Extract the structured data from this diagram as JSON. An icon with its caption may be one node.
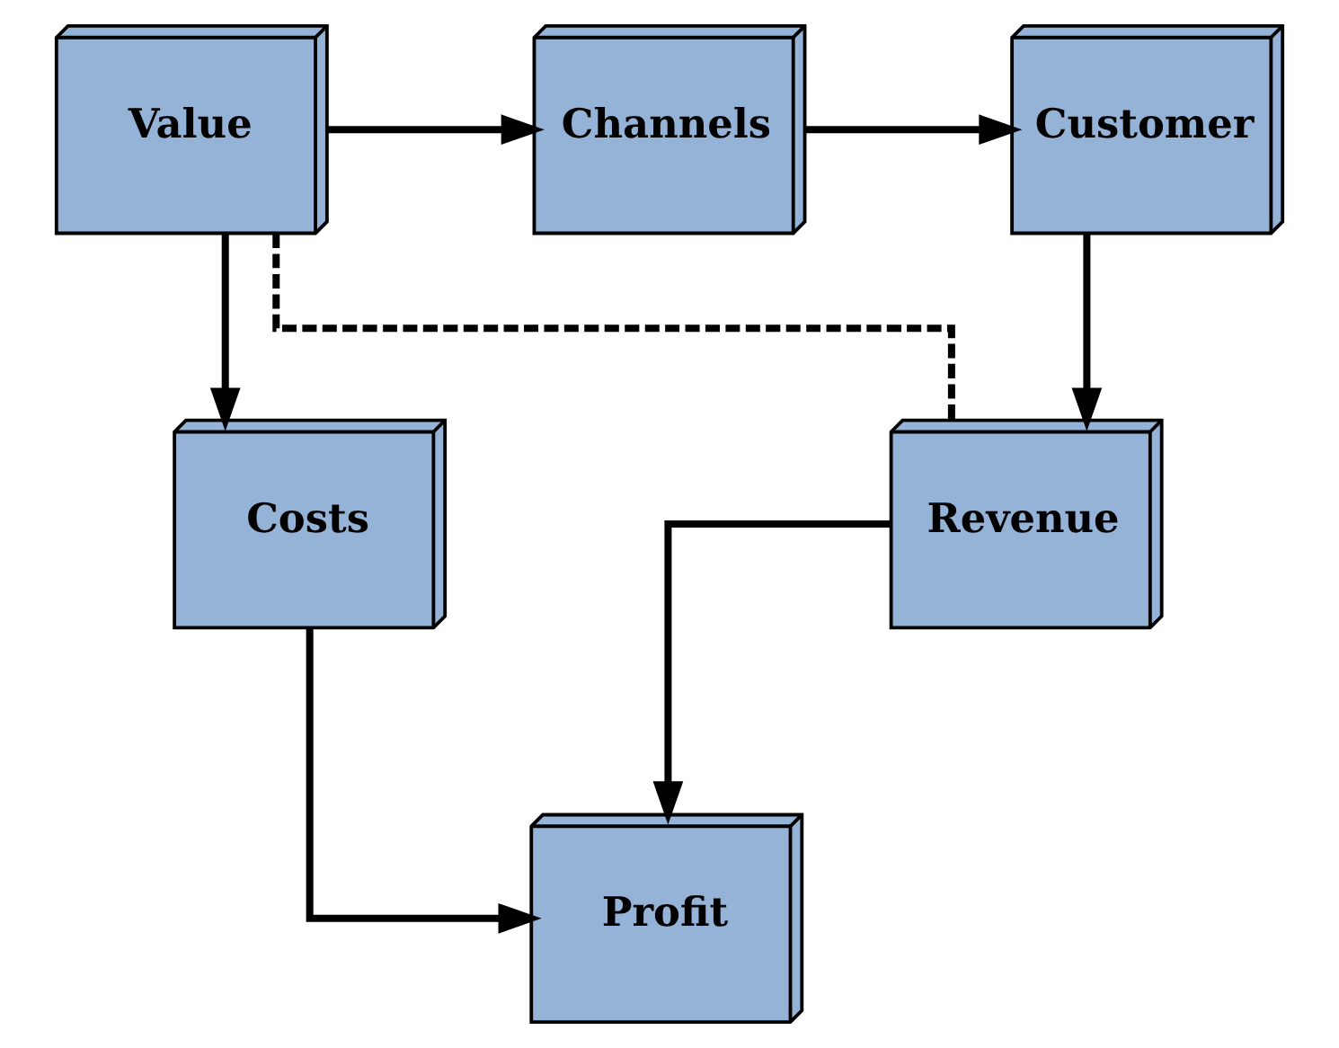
{
  "diagram": {
    "nodes": [
      {
        "text": [
          "Value"
        ]
      },
      {
        "text": [
          "Channels"
        ]
      },
      {
        "text": [
          "Customer"
        ]
      },
      {
        "text": [
          "Costs"
        ]
      },
      {
        "text": [
          "Revenue"
        ]
      },
      {
        "text": [
          "Profit"
        ]
      }
    ],
    "edges": [
      {
        "from": 0,
        "to": 1,
        "arrow": "to"
      },
      {
        "from": 1,
        "to": 2,
        "arrow": "to"
      },
      {
        "from": 0,
        "to": 3,
        "arrow": "to"
      },
      {
        "from": 0,
        "to": 4,
        "arrow": "none",
        "style": "dashed"
      },
      {
        "from": 2,
        "to": 4,
        "arrow": "to"
      },
      {
        "from": 3,
        "to": 5,
        "arrow": "to"
      },
      {
        "from": 4,
        "to": 5,
        "arrow": "to"
      }
    ]
  }
}
